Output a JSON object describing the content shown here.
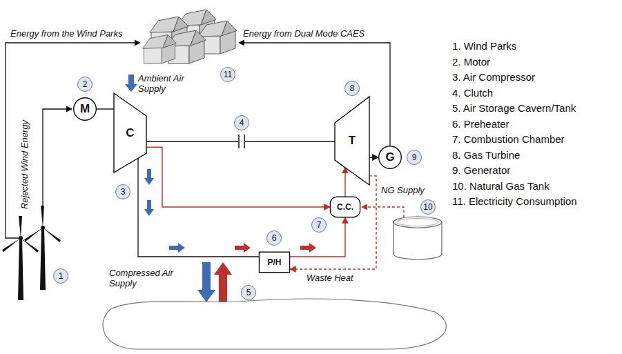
{
  "diagram": {
    "nodes": [
      {
        "text": [
          "M"
        ]
      },
      {
        "text": [
          "C"
        ]
      },
      {
        "text": [
          "T"
        ]
      },
      {
        "text": [
          "G"
        ]
      },
      {
        "text": [
          "C.C."
        ]
      },
      {
        "text": [
          "P/H"
        ]
      }
    ],
    "edges": [
      {
        "from": 0,
        "to": 1,
        "arrow": "none"
      },
      {
        "from": 1,
        "to": 2,
        "arrow": "none"
      },
      {
        "from": 2,
        "to": 3,
        "arrow": "to"
      },
      {
        "from": 1,
        "to": 4,
        "arrow": "to"
      },
      {
        "from": 5,
        "to": 4,
        "arrow": "to"
      },
      {
        "from": 4,
        "to": 2,
        "arrow": "to"
      },
      {
        "from": 2,
        "to": 5,
        "label": "Waste Heat",
        "arrow": "to"
      }
    ],
    "labels": [
      "Energy from the Wind Parks",
      "Energy from Dual Mode CAES",
      "Ambient Air Supply",
      "Rejected Wind Energy",
      "Compressed Air Supply",
      "NG Supply",
      "1",
      "2",
      "3",
      "4",
      "5",
      "6",
      "7",
      "8",
      "9",
      "10",
      "11",
      "1. Wind Parks",
      "2. Motor",
      "3. Air Compressor",
      "4. Clutch",
      "5. Air Storage Cavern/Tank",
      "6. Preheater",
      "7. Combustion Chamber",
      "8. Gas Turbine",
      "9. Generator",
      "10. Natural Gas Tank",
      "11. Electricity Consumption"
    ]
  }
}
